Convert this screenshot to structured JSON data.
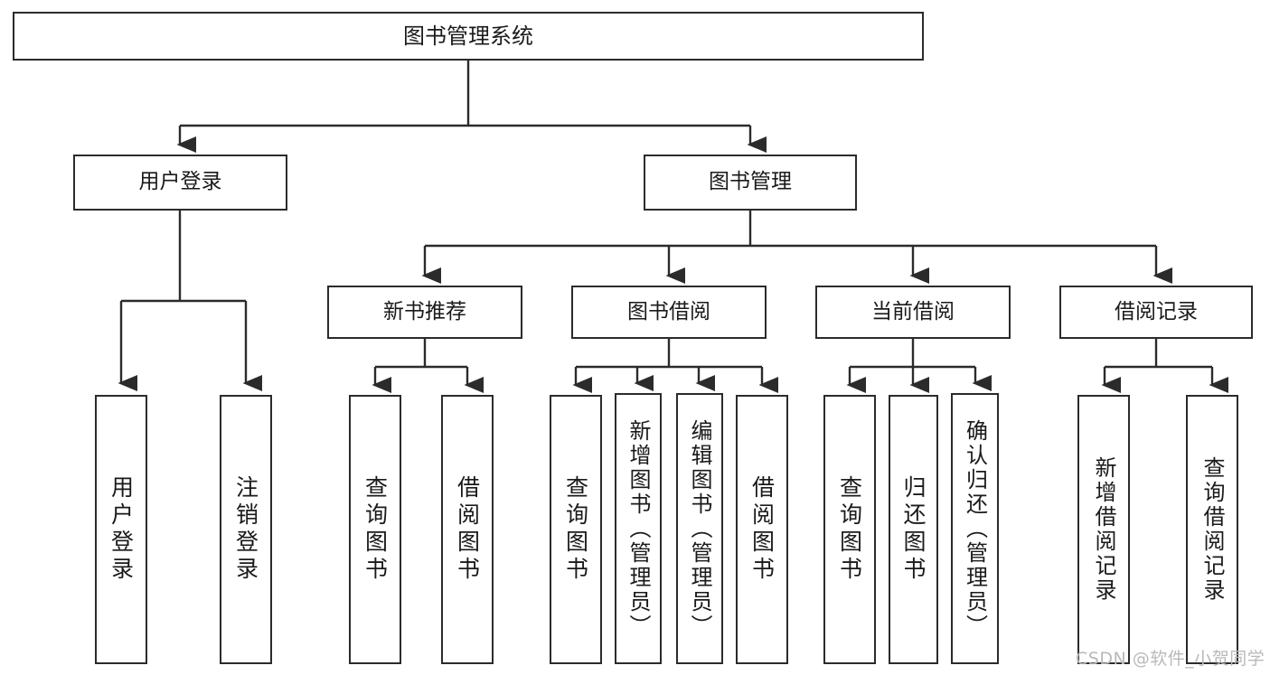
{
  "diagram": {
    "title": "图书管理系统",
    "root": {
      "id": "root",
      "label": "图书管理系统"
    },
    "level2": [
      {
        "id": "user-login",
        "label": "用户登录"
      },
      {
        "id": "book-manage",
        "label": "图书管理"
      }
    ],
    "level3": [
      {
        "id": "new-book-recommend",
        "label": "新书推荐"
      },
      {
        "id": "book-borrow",
        "label": "图书借阅"
      },
      {
        "id": "current-borrow",
        "label": "当前借阅"
      },
      {
        "id": "borrow-record",
        "label": "借阅记录"
      }
    ],
    "leaves": {
      "user_login": [
        {
          "id": "leaf-user-login",
          "label": "用户登录"
        },
        {
          "id": "leaf-logout-login",
          "label": "注销登录"
        }
      ],
      "new_book_recommend": [
        {
          "id": "leaf-query-book-1",
          "label": "查询图书"
        },
        {
          "id": "leaf-borrow-book-1",
          "label": "借阅图书"
        }
      ],
      "book_borrow": [
        {
          "id": "leaf-query-book-2",
          "label": "查询图书"
        },
        {
          "id": "leaf-add-book",
          "label": "新增图书（管理员）"
        },
        {
          "id": "leaf-edit-book",
          "label": "编辑图书（管理员）"
        },
        {
          "id": "leaf-borrow-book-2",
          "label": "借阅图书"
        }
      ],
      "current_borrow": [
        {
          "id": "leaf-query-book-3",
          "label": "查询图书"
        },
        {
          "id": "leaf-return-book",
          "label": "归还图书"
        },
        {
          "id": "leaf-confirm-return",
          "label": "确认归还（管理员）"
        }
      ],
      "borrow_record": [
        {
          "id": "leaf-add-record",
          "label": "新增借阅记录"
        },
        {
          "id": "leaf-query-record",
          "label": "查询借阅记录"
        }
      ]
    },
    "colors": {
      "stroke": "#2b2b2b",
      "fill": "#ffffff",
      "text": "#1a1a1a",
      "watermark": "#b9b9b9"
    }
  },
  "watermark": {
    "text": "CSDN @软件_小贺同学"
  }
}
